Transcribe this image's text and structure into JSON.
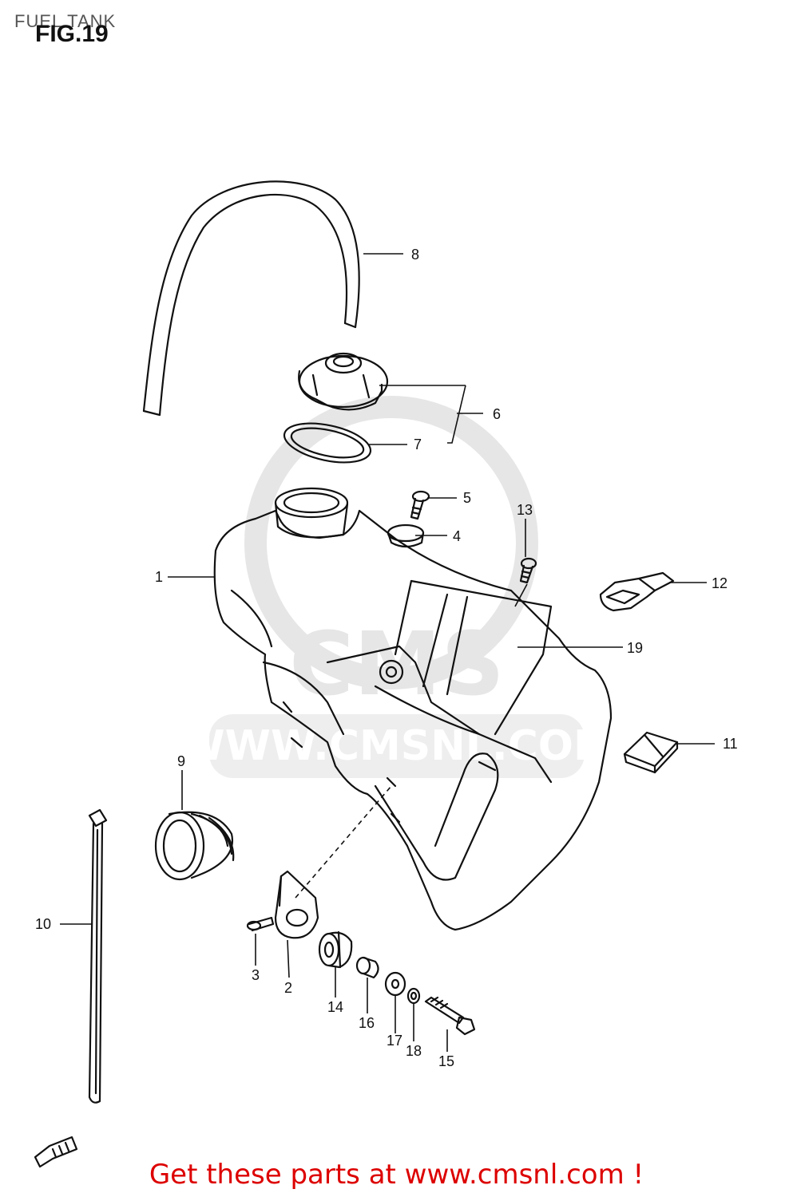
{
  "header": {
    "section_title": "FUEL TANK",
    "figure_label": "FIG.19"
  },
  "watermark": {
    "logo_text": "CMS",
    "url_text": "WWW.CMSNL.COM"
  },
  "callouts": {
    "p1": "1",
    "p2": "2",
    "p3": "3",
    "p4": "4",
    "p5": "5",
    "p6": "6",
    "p7": "7",
    "p8": "8",
    "p9": "9",
    "p10": "10",
    "p11": "11",
    "p12": "12",
    "p13": "13",
    "p14": "14",
    "p15": "15",
    "p16": "16",
    "p17": "17",
    "p18": "18",
    "p19": "19"
  },
  "footer": {
    "cta": "Get these parts at www.cmsnl.com !"
  },
  "colors": {
    "line": "#111111",
    "watermark": "#e4e4e4",
    "footer": "#dd0000"
  }
}
